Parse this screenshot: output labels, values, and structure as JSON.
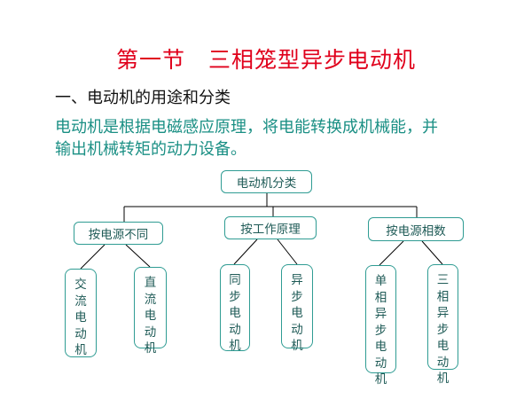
{
  "slide": {
    "title": "第一节　三相笼型异步电动机",
    "subtitle": "一、电动机的用途和分类",
    "body_lines": [
      "电动机是根据电磁感应原理，将电能转换成机械能，并",
      "输出机械转矩的动力设备。"
    ]
  },
  "diagram": {
    "root": "电动机分类",
    "categories": [
      {
        "label": "按电源不同",
        "children": [
          "交流电动机",
          "直流电动机"
        ]
      },
      {
        "label": "按工作原理",
        "children": [
          "同步电动机",
          "异步电动机"
        ]
      },
      {
        "label": "按电源相数",
        "children": [
          "单相异步电动机",
          "三相异步电动机"
        ]
      }
    ]
  },
  "colors": {
    "title": "#e0001b",
    "body_text": "#1a8f84",
    "box_border": "#2f9c93",
    "connector": "#000000"
  }
}
